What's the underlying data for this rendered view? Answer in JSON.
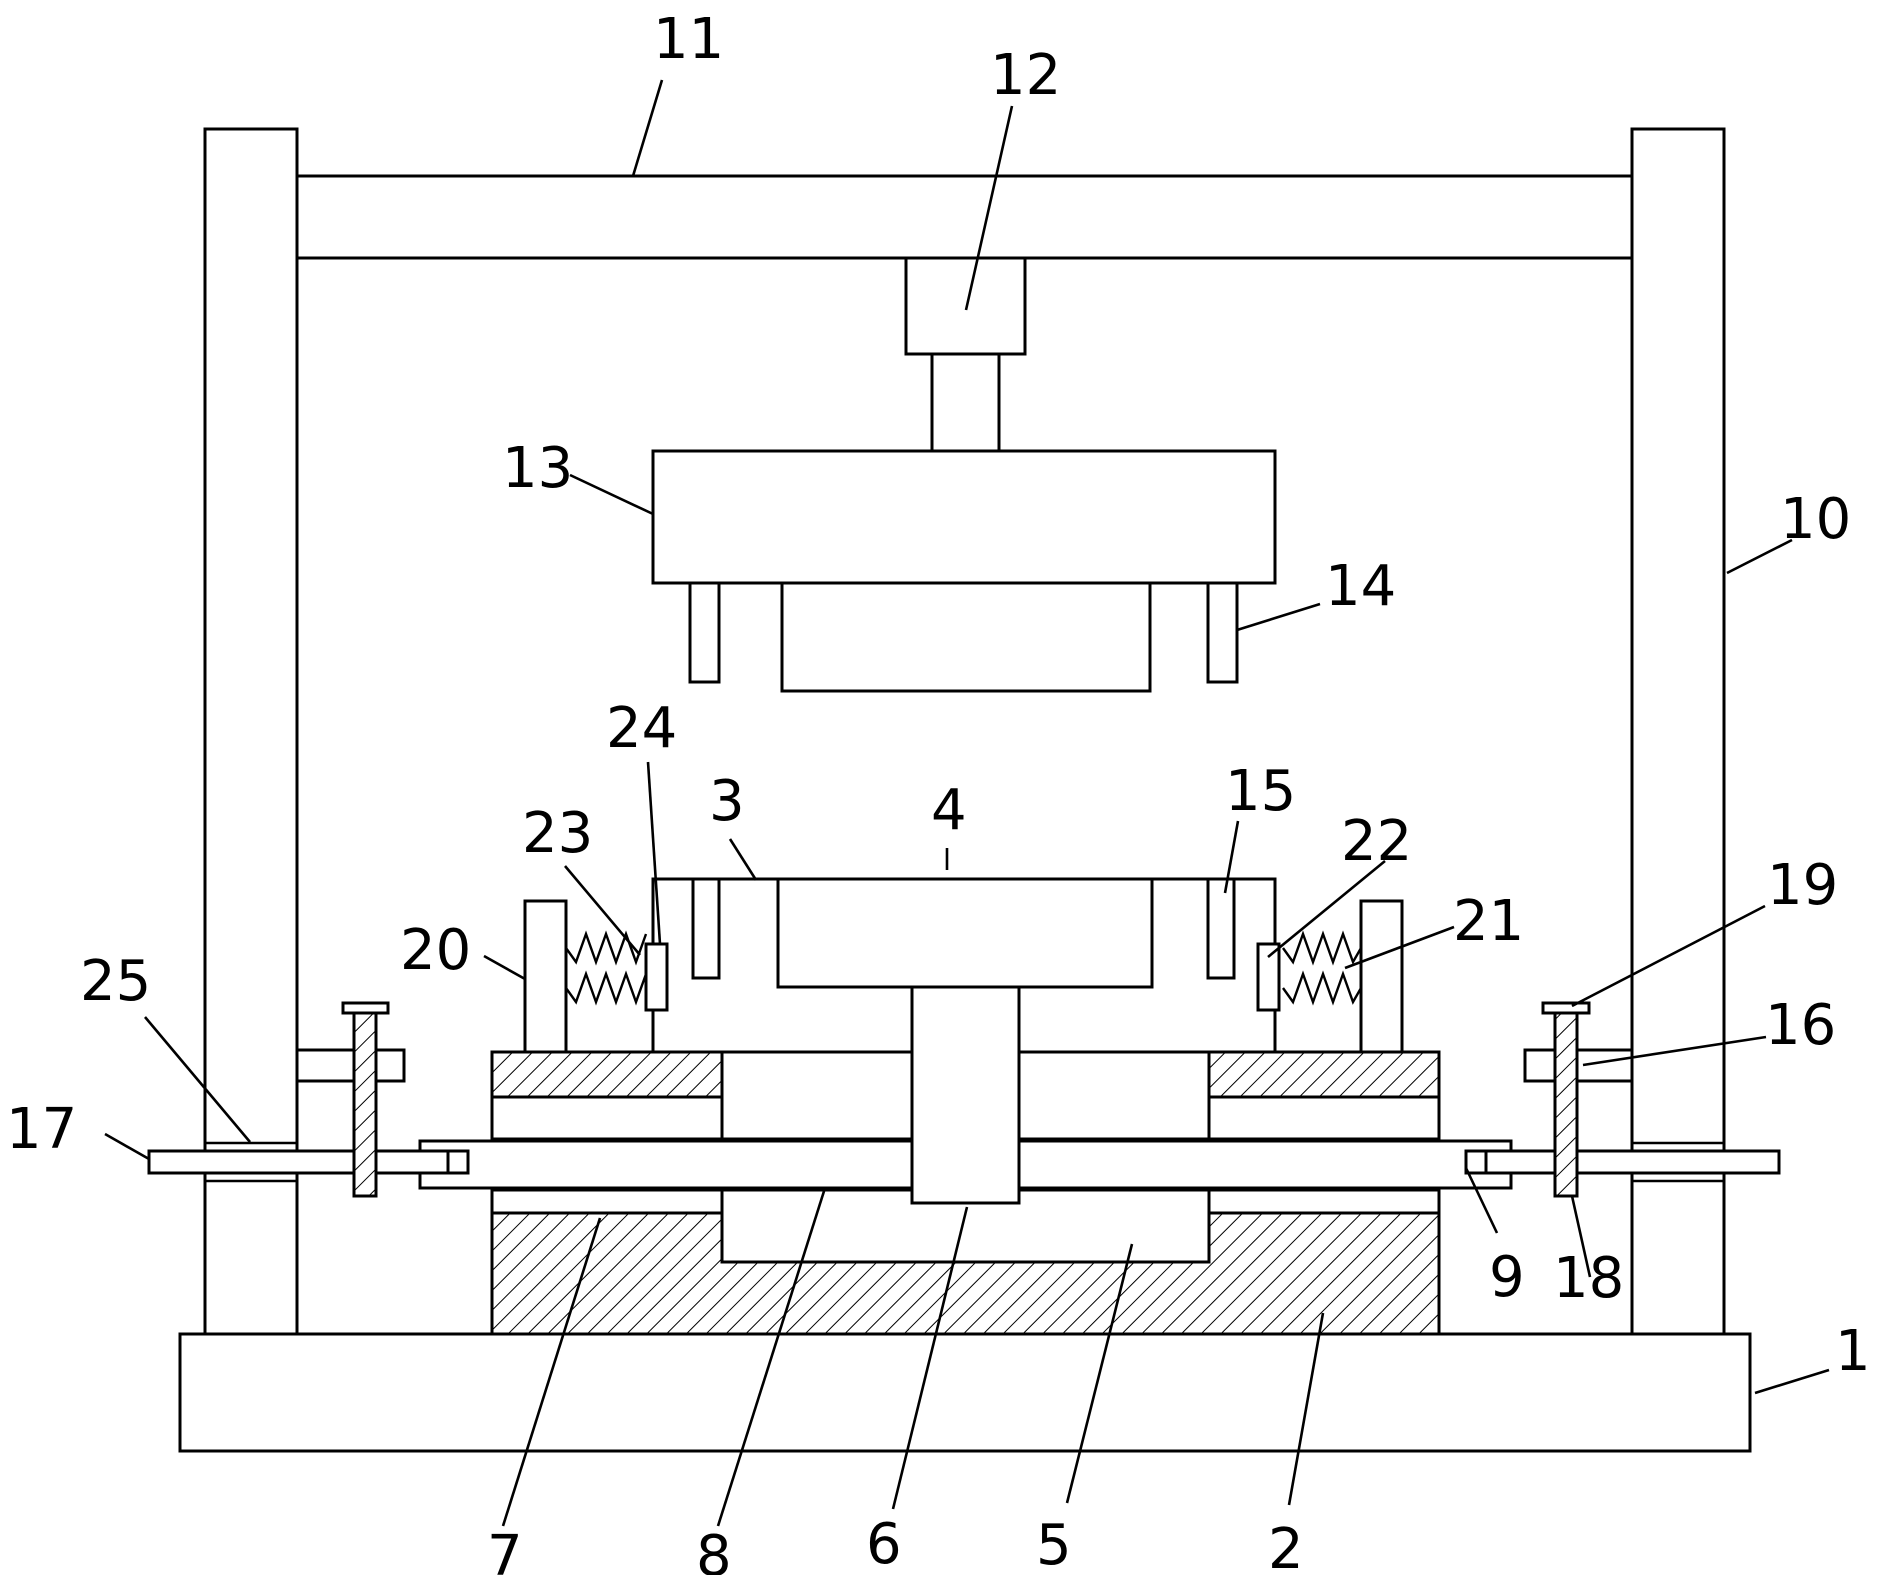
{
  "labels": {
    "l1": "1",
    "l2": "2",
    "l3": "3",
    "l4": "4",
    "l5": "5",
    "l6": "6",
    "l7": "7",
    "l8": "8",
    "l9": "9",
    "l10": "10",
    "l11": "11",
    "l12": "12",
    "l13": "13",
    "l14": "14",
    "l15": "15",
    "l16": "16",
    "l17": "17",
    "l18": "18",
    "l19": "19",
    "l20": "20",
    "l21": "21",
    "l22": "22",
    "l23": "23",
    "l24": "24",
    "l25": "25"
  }
}
